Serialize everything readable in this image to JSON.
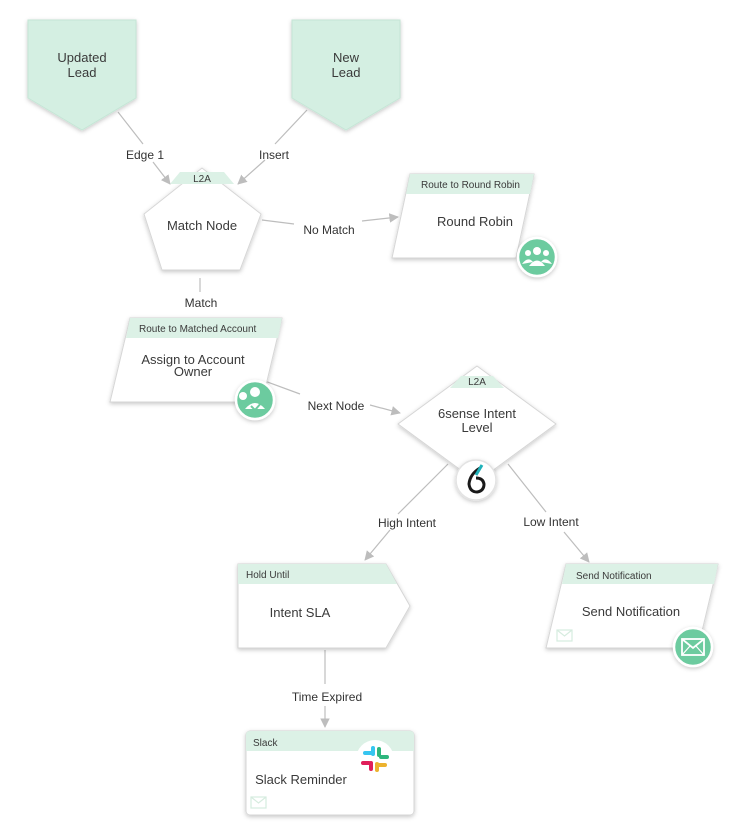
{
  "colors": {
    "node_fill": "#ffffff",
    "node_stroke": "#d9d9d9",
    "header_fill": "#dcf1e6",
    "trigger_fill": "#d4efe2",
    "badge_fill": "#6ccb9f",
    "edge": "#bdbdbd",
    "sixsense_teal": "#1fb1b9"
  },
  "triggers": {
    "updated_lead": {
      "line1": "Updated",
      "line2": "Lead"
    },
    "new_lead": {
      "line1": "New",
      "line2": "Lead"
    }
  },
  "nodes": {
    "match_node": {
      "header": "L2A",
      "title": "Match Node"
    },
    "round_robin": {
      "header": "Route to Round Robin",
      "title": "Round Robin",
      "icon": "team-icon"
    },
    "assign_owner": {
      "header": "Route to Matched Account",
      "title_line1": "Assign to Account",
      "title_line2": "Owner",
      "icon": "account-owner-icon"
    },
    "intent_level": {
      "header": "L2A",
      "title_line1": "6sense Intent",
      "title_line2": "Level",
      "icon": "sixsense-logo-icon"
    },
    "hold_until": {
      "header": "Hold Until",
      "title": "Intent SLA"
    },
    "send_notification": {
      "header": "Send Notification",
      "title": "Send Notification",
      "icon": "mail-icon"
    },
    "slack": {
      "header": "Slack",
      "title": "Slack Reminder",
      "icon": "slack-logo-icon"
    }
  },
  "edges": {
    "edge1": "Edge 1",
    "insert": "Insert",
    "no_match": "No Match",
    "match": "Match",
    "next_node": "Next Node",
    "high_intent": "High Intent",
    "low_intent": "Low Intent",
    "time_expired": "Time Expired"
  }
}
